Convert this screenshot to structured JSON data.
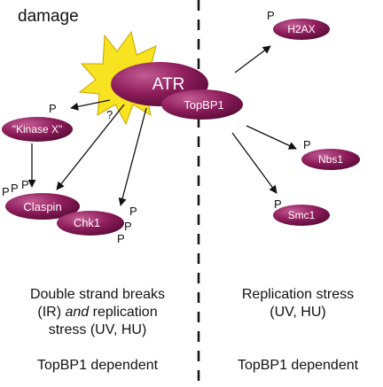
{
  "top_left_label": "damage",
  "nodes": {
    "atr": "ATR",
    "topbp1": "TopBP1",
    "kinase_x": "\"Kinase X\"",
    "claspin": "Claspin",
    "chk1": "Chk1",
    "h2ax": "H2AX",
    "nbs1": "Nbs1",
    "smc1": "Smc1"
  },
  "phospho_mark": "P",
  "question_mark": "?",
  "left_caption": {
    "line1": "Double strand breaks",
    "line2_pre": "(IR)",
    "line2_italic": "and",
    "line2_post": "replication",
    "line3": "stress (UV, HU)",
    "dependency": "TopBP1 dependent"
  },
  "right_caption": {
    "line1": "Replication stress",
    "line2": "(UV, HU)",
    "dependency": "TopBP1 dependent"
  },
  "colors": {
    "node_fill": "#8e1d5c",
    "node_light": "#c25c92",
    "node_dark": "#5a0d38",
    "sunburst": "#f8e320",
    "sunburst_outline": "#c9a400"
  }
}
